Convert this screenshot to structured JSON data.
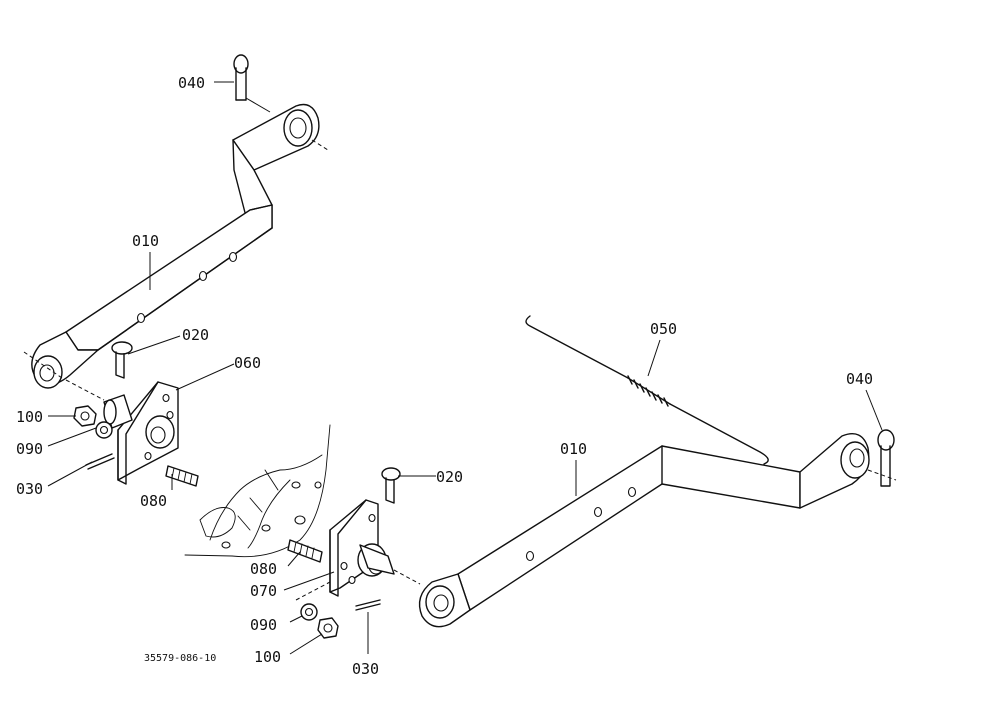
{
  "diagram_code": "35579-086-10",
  "callouts": {
    "top_pin_040": "040",
    "left_link_010": "010",
    "left_pin_020": "020",
    "left_bracket_060": "060",
    "left_nut_100": "100",
    "left_washer_090": "090",
    "left_cotter_030": "030",
    "left_bolt_080": "080",
    "right_spring_050": "050",
    "right_pin_040": "040",
    "right_link_010": "010",
    "right_pin_020": "020",
    "right_bolt_080": "080",
    "right_bracket_070": "070",
    "right_washer_090": "090",
    "right_nut_100": "100",
    "right_cotter_030": "030"
  }
}
